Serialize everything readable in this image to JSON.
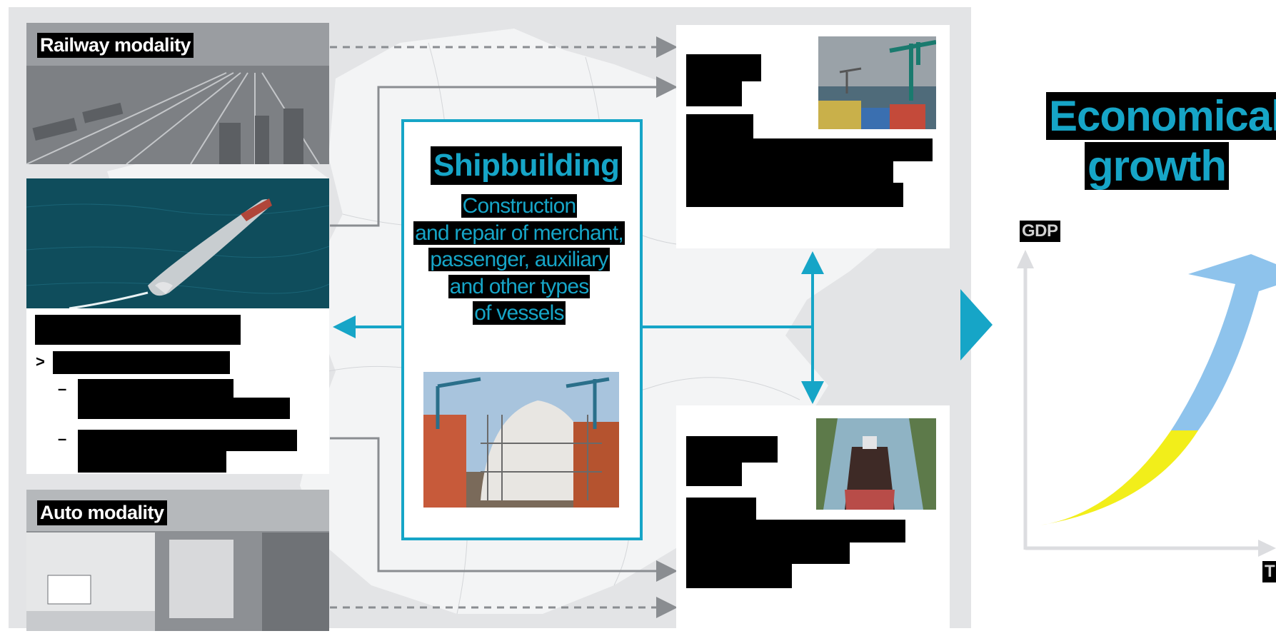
{
  "left": {
    "railway_label": "Railway modality",
    "auto_label": "Auto modality",
    "bullet_gt": ">",
    "dash": "–"
  },
  "center": {
    "title": "Shipbuilding",
    "description_lines": [
      "Construction",
      "and repair of merchant,",
      "passenger, auxiliary",
      "and other types",
      "of vessels"
    ]
  },
  "right": {
    "title_lines": [
      "Economical",
      "growth"
    ],
    "y_axis_label": "GDP",
    "x_axis_label": "T"
  },
  "colors": {
    "accent": "#16a5c7",
    "panel": "#e3e4e6",
    "arrow_gray": "#8a8d91",
    "growth_blue": "#8ec3ec",
    "growth_yellow": "#f2ee1a"
  }
}
